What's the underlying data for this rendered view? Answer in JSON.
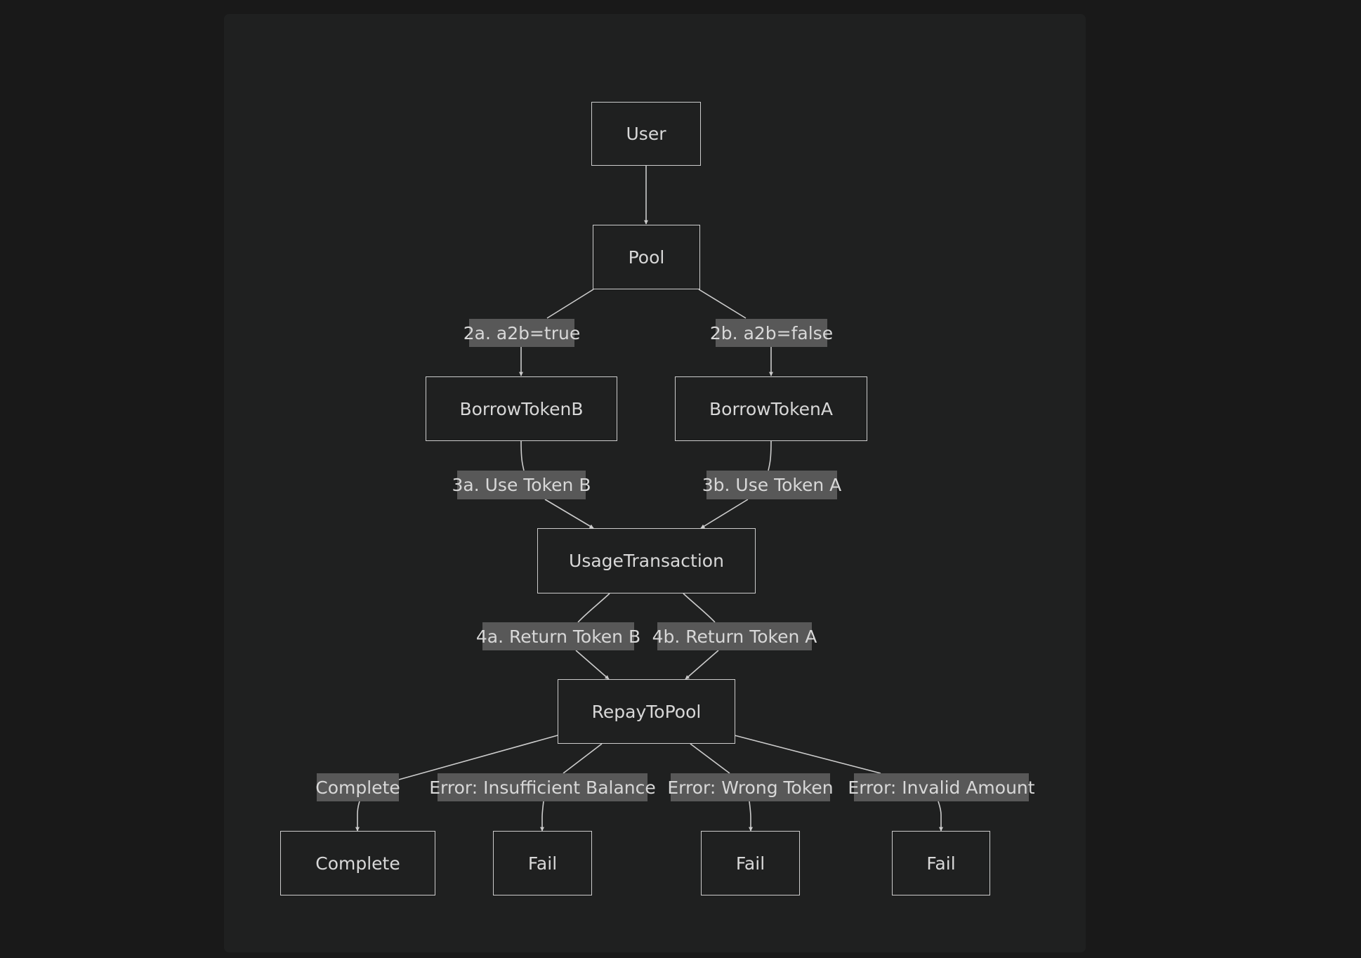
{
  "colors": {
    "page_background": "#191919",
    "canvas_background": "#1f2020",
    "node_border": "#cccccc",
    "edge_line": "#cccccc",
    "edge_label_background": "#585858",
    "text": "#d8d8d8"
  },
  "nodes": {
    "user": "User",
    "pool": "Pool",
    "borrow_token_b": "BorrowTokenB",
    "borrow_token_a": "BorrowTokenA",
    "usage_transaction": "UsageTransaction",
    "repay_to_pool": "RepayToPool",
    "complete": "Complete",
    "fail_1": "Fail",
    "fail_2": "Fail",
    "fail_3": "Fail"
  },
  "edges": [
    {
      "from": "User",
      "to": "Pool",
      "label": ""
    },
    {
      "from": "Pool",
      "to": "BorrowTokenB",
      "label": "2a. a2b=true"
    },
    {
      "from": "Pool",
      "to": "BorrowTokenA",
      "label": "2b. a2b=false"
    },
    {
      "from": "BorrowTokenB",
      "to": "UsageTransaction",
      "label": "3a. Use Token B"
    },
    {
      "from": "BorrowTokenA",
      "to": "UsageTransaction",
      "label": "3b. Use Token A"
    },
    {
      "from": "UsageTransaction",
      "to": "RepayToPool",
      "label": "4a. Return Token B"
    },
    {
      "from": "UsageTransaction",
      "to": "RepayToPool",
      "label": "4b. Return Token A"
    },
    {
      "from": "RepayToPool",
      "to": "Complete",
      "label": "Complete"
    },
    {
      "from": "RepayToPool",
      "to": "Fail",
      "label": "Error: Insufficient Balance"
    },
    {
      "from": "RepayToPool",
      "to": "Fail",
      "label": "Error: Wrong Token"
    },
    {
      "from": "RepayToPool",
      "to": "Fail",
      "label": "Error: Invalid Amount"
    }
  ]
}
